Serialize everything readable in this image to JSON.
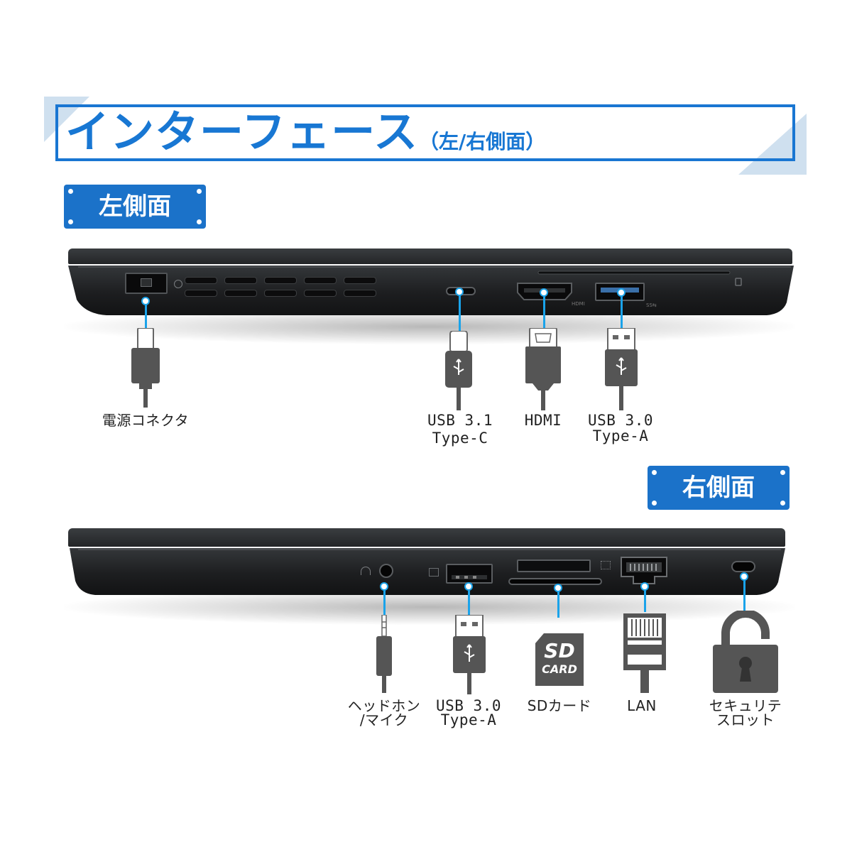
{
  "header": {
    "title": "インターフェース",
    "subtitle": "（左/右側面）"
  },
  "left_side": {
    "badge": "左側面",
    "ports": [
      {
        "label": "電源コネクタ",
        "icon": "power-plug-icon"
      },
      {
        "label_line1": "USB 3.1",
        "label_line2": "Type-C",
        "icon": "usb-c-plug-icon"
      },
      {
        "label": "HDMI",
        "icon": "hdmi-plug-icon"
      },
      {
        "label_line1": "USB 3.0",
        "label_line2": "Type-A",
        "icon": "usb-a-plug-icon"
      }
    ],
    "port_print": {
      "hdmi": "HDMI",
      "usb": "SS⇆"
    }
  },
  "right_side": {
    "badge": "右側面",
    "ports": [
      {
        "label_line1": "ヘッドホン",
        "label_line2": "/マイク",
        "icon": "audio-jack-icon"
      },
      {
        "label_line1": "USB 3.0",
        "label_line2": "Type-A",
        "icon": "usb-a-plug-icon"
      },
      {
        "label": "SDカード",
        "icon": "sd-card-icon"
      },
      {
        "label": "LAN",
        "icon": "lan-plug-icon"
      },
      {
        "label_line1": "セキュリテ",
        "label_line2": "スロット",
        "icon": "padlock-icon"
      }
    ],
    "sd_card_text": {
      "line1": "SD",
      "line2": "CARD"
    }
  }
}
